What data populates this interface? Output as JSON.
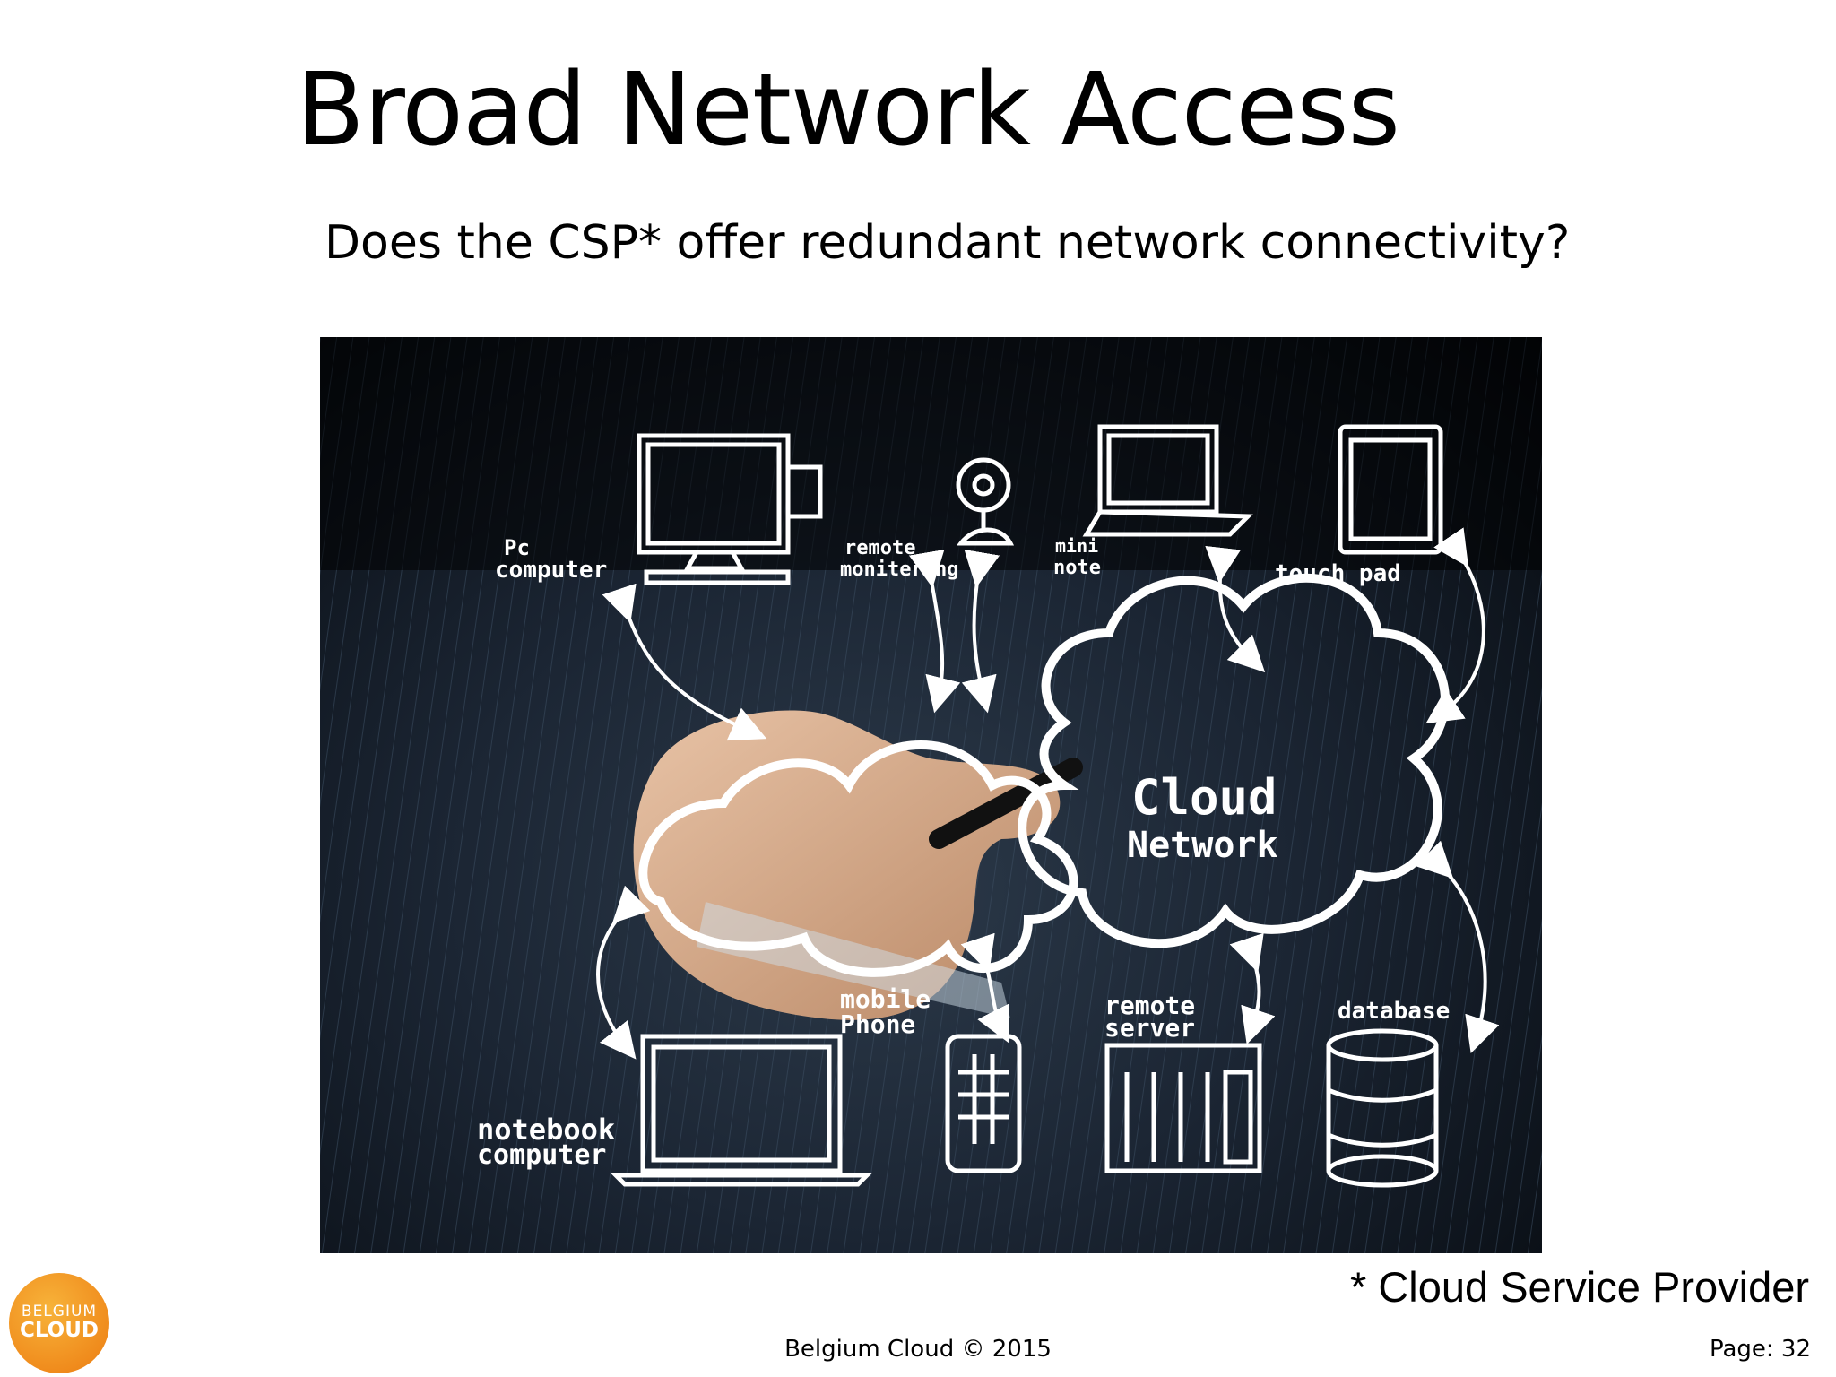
{
  "slide": {
    "title": "Broad Network Access",
    "subtitle": "Does the CSP* offer redundant network connectivity?",
    "footnote": "* Cloud Service Provider",
    "footer": "Belgium Cloud © 2015",
    "page": "Page: 32"
  },
  "logo": {
    "line1": "BELGIUM",
    "line2": "CLOUD",
    "color": "#f08c1d"
  },
  "illustration": {
    "center_label": [
      "Cloud",
      "Network"
    ],
    "labels": {
      "pc": [
        "Pc",
        "computer"
      ],
      "remote_monitoring": [
        "remote",
        "monitering"
      ],
      "mini_note": [
        "mini",
        "note"
      ],
      "touch_pad": "touch pad",
      "mobile_phone": [
        "mobile",
        "Phone"
      ],
      "remote_server": [
        "remote",
        "server"
      ],
      "database": "database",
      "notebook": [
        "notebook",
        "computer"
      ]
    }
  }
}
